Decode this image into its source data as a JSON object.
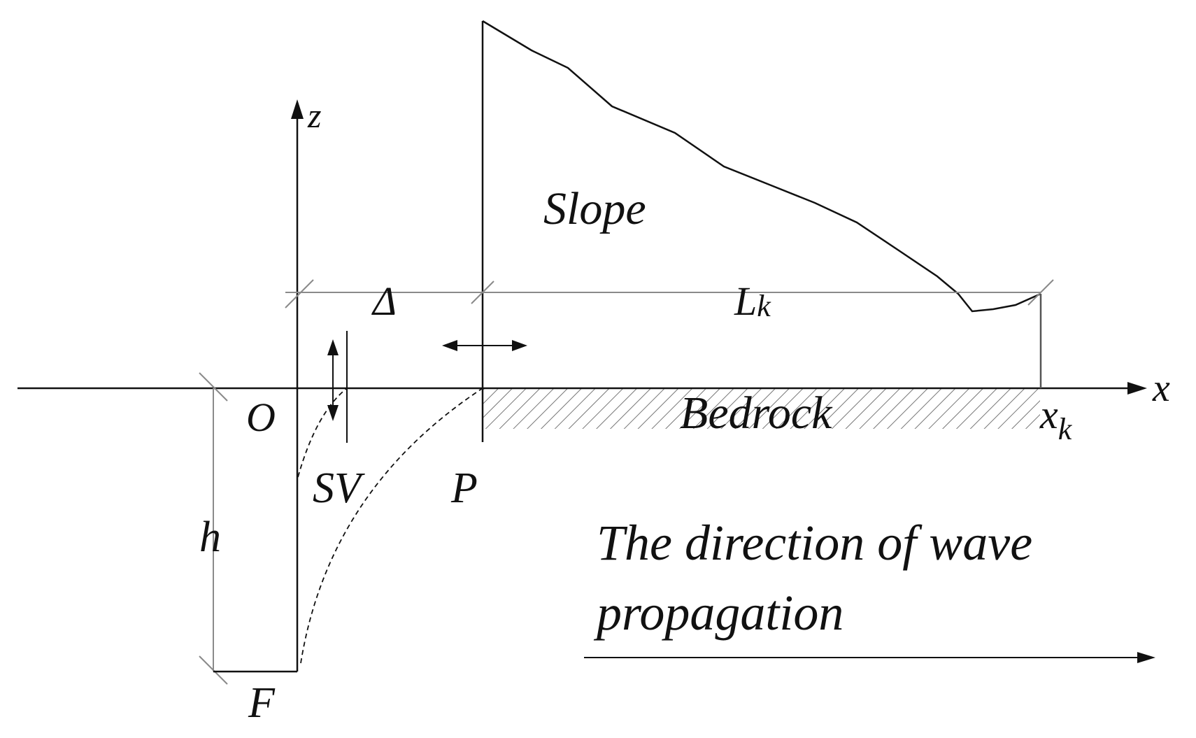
{
  "labels": {
    "z_axis": "z",
    "x_axis": "x",
    "origin": "O",
    "delta": "Δ",
    "lk_main": "L",
    "lk_sub": "k",
    "slope": "Slope",
    "bedrock": "Bedrock",
    "xk_main": "x",
    "xk_sub": "k",
    "sv": "SV",
    "p": "P",
    "h": "h",
    "f": "F",
    "wave_line1": "The direction of wave",
    "wave_line2": "propagation"
  },
  "colors": {
    "ink": "#111111",
    "dimension": "#8a8a8a"
  }
}
